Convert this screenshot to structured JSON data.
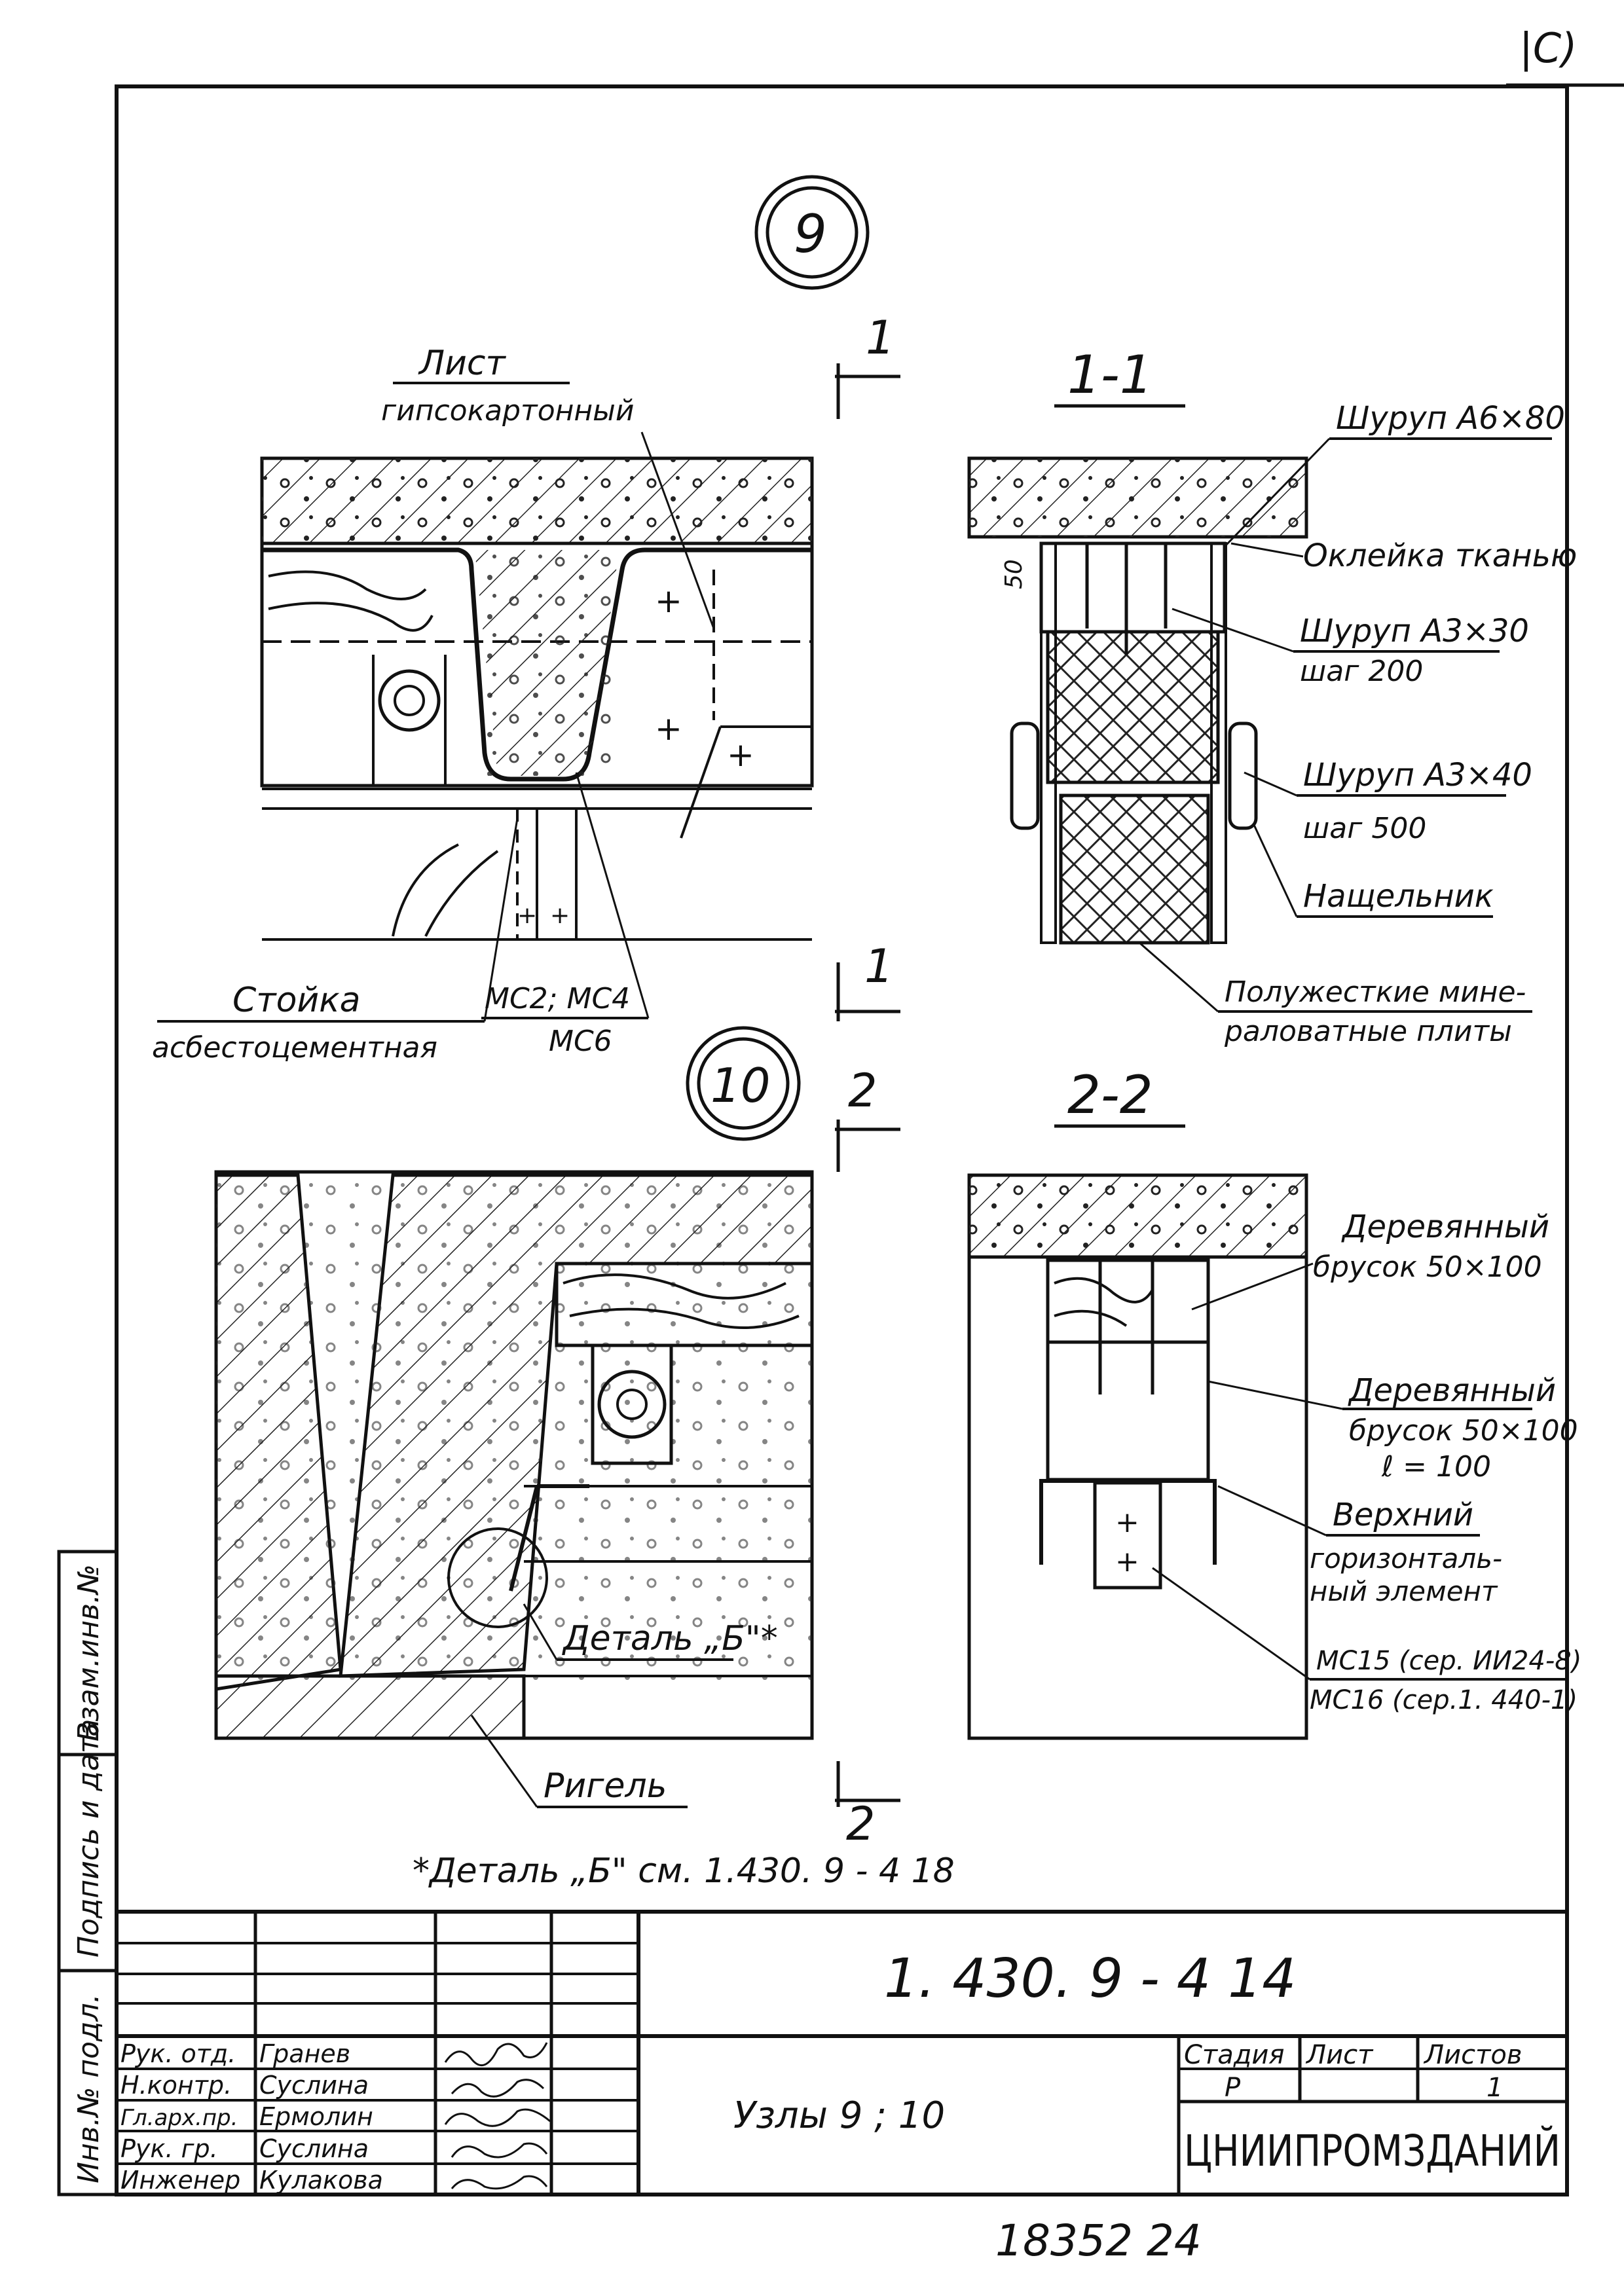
{
  "corner_mark": "|С)",
  "sheet_code": "1. 430. 9 - 4 14",
  "sheet_title": "Узлы 9 ; 10",
  "organization": "ЦНИИПРОМЗДАНИЙ",
  "bottom_number": "18352 24",
  "footnote": "*Деталь „Б\" см. 1.430. 9 - 4 18",
  "left_stamps": {
    "inv_no_orig": "Инв.№ подл.",
    "sign_date": "Подпись и дата",
    "inv_no_repl": "Взам.инв.№"
  },
  "stamp": {
    "stage_header": "Стадия",
    "sheet_header": "Лист",
    "sheets_header": "Листов",
    "stage_value": "Р",
    "sheet_value": "",
    "sheets_value": "1",
    "roles": [
      {
        "role": "Рук. отд.",
        "name": "Гранев"
      },
      {
        "role": "Н.контр.",
        "name": "Суслина"
      },
      {
        "role": "Гл.арх.пр.",
        "name": "Ермолин"
      },
      {
        "role": "Рук. гр.",
        "name": "Суслина"
      },
      {
        "role": "Инженер",
        "name": "Кулакова"
      }
    ]
  },
  "node9": {
    "marker": "9",
    "section_mark": "1",
    "label_sheet": "Лист",
    "label_sheet2": "гипсокартонный",
    "label_post": "Стойка",
    "label_post2": "асбестоцементная",
    "label_mc": "МС2; МС4",
    "label_mc2": "МС6"
  },
  "section11": {
    "title": "1-1",
    "screw1": "Шуруп А6×80",
    "glue": "Оклейка тканью",
    "screw2": "Шуруп А3×30",
    "step2": "шаг 200",
    "screw3": "Шуруп А3×40",
    "step3": "шаг 500",
    "strip": "Нащельник",
    "plates": "Полужесткие мине-",
    "plates2": "раловатные плиты",
    "dim": "50"
  },
  "node10": {
    "marker": "10",
    "section_mark": "2",
    "detail": "Деталь „Б\"*",
    "beam": "Ригель"
  },
  "section22": {
    "title": "2-2",
    "wood1": "Деревянный",
    "wood1b": "брусок 50×100",
    "wood2": "Деревянный",
    "wood2b": "брусок 50×100",
    "wood2c": "ℓ = 100",
    "top": "Верхний",
    "top2": "горизонталь-",
    "top3": "ный элемент",
    "mc15": "МС15 (сер. ИИ24-8)",
    "mc16": "МС16 (сер.1. 440-1)"
  }
}
